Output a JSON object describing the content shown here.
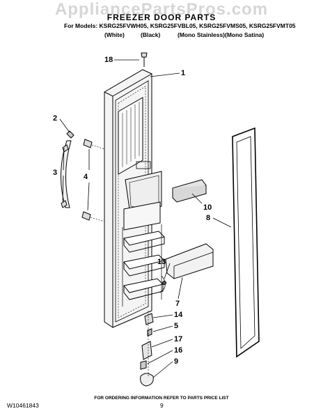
{
  "watermark": "AppliancePartsPros.com",
  "header": {
    "title": "FREEZER DOOR PARTS",
    "models": "For Models: KSRG25FVWH05, KSRG25FVBL05, KSRG25FVMS05, KSRG25FVMT05",
    "colors": [
      "(White)",
      "(Black)",
      "(Mono Stainless)",
      "(Mono Satina)"
    ]
  },
  "callouts": [
    "18",
    "1",
    "2",
    "3",
    "4",
    "10",
    "8",
    "13",
    "7",
    "14",
    "5",
    "17",
    "16",
    "9"
  ],
  "footer": {
    "ordering_note": "FOR ORDERING INFORMATION REFER TO PARTS PRICE LIST",
    "doc_number": "W10461843",
    "page_number": "9"
  }
}
